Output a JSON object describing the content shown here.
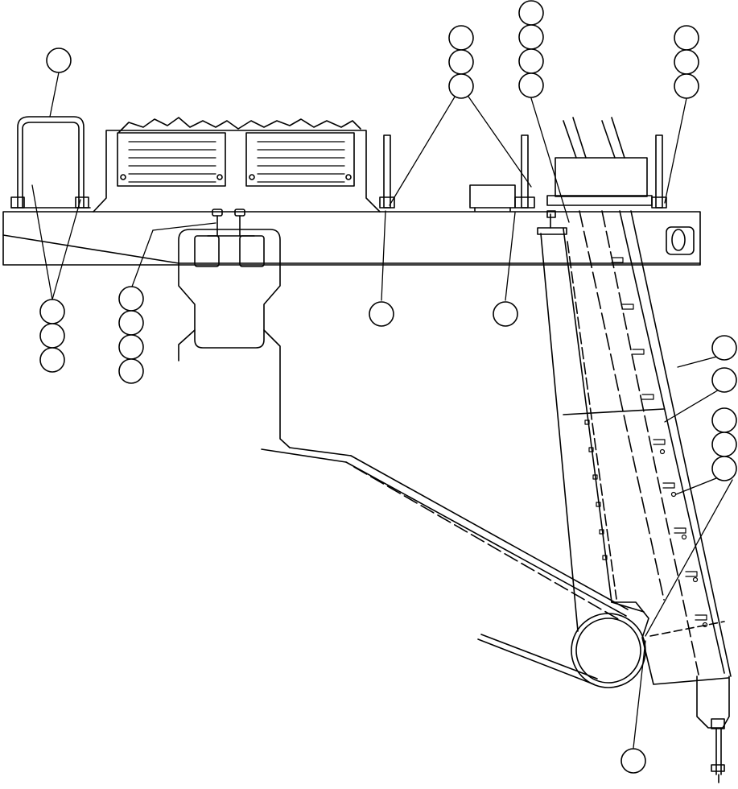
{
  "diagram": {
    "kind": "parts-callout-drawing",
    "colors": {
      "ink": "#000000",
      "paper": "#ffffff"
    },
    "callout_groups": [
      {
        "id": "handrail",
        "count": 1,
        "labels": [
          ""
        ]
      },
      {
        "id": "rail-base",
        "count": 3,
        "labels": [
          "",
          "",
          ""
        ]
      },
      {
        "id": "filter-bolts",
        "count": 4,
        "labels": [
          "",
          "",
          "",
          ""
        ]
      },
      {
        "id": "stanchion-top",
        "count": 3,
        "labels": [
          "",
          "",
          ""
        ]
      },
      {
        "id": "stanchion-left",
        "count": 1,
        "labels": [
          ""
        ]
      },
      {
        "id": "stanchion-mid",
        "count": 1,
        "labels": [
          ""
        ]
      },
      {
        "id": "chute-top",
        "count": 4,
        "labels": [
          "",
          "",
          "",
          ""
        ]
      },
      {
        "id": "right-post",
        "count": 3,
        "labels": [
          "",
          "",
          ""
        ]
      },
      {
        "id": "conveyor-side",
        "count": 1,
        "labels": [
          ""
        ]
      },
      {
        "id": "conveyor-plate",
        "count": 1,
        "labels": [
          ""
        ]
      },
      {
        "id": "conveyor-bolts",
        "count": 3,
        "labels": [
          "",
          "",
          ""
        ]
      },
      {
        "id": "drum",
        "count": 1,
        "labels": [
          ""
        ]
      }
    ]
  }
}
